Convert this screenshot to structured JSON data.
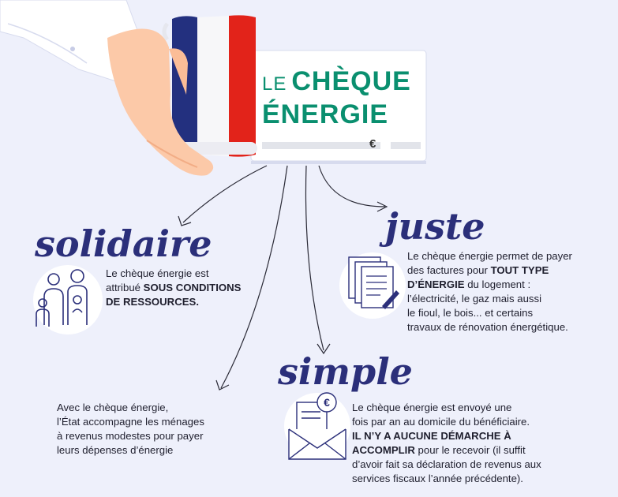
{
  "logo": {
    "word_le": "LE",
    "word_cheque": "CHÈQUE",
    "word_energie": "ÉNERGIE",
    "euro_symbol": "€"
  },
  "sections": {
    "solidaire": {
      "heading": "solidaire",
      "lines": [
        [
          {
            "t": "Le chèque énergie est",
            "b": false
          }
        ],
        [
          {
            "t": "attribué ",
            "b": false
          },
          {
            "t": "SOUS CONDITIONS",
            "b": true
          }
        ],
        [
          {
            "t": "DE RESSOURCES.",
            "b": true
          }
        ]
      ]
    },
    "juste": {
      "heading": "juste",
      "lines": [
        [
          {
            "t": "Le chèque énergie permet de payer",
            "b": false
          }
        ],
        [
          {
            "t": "des factures pour ",
            "b": false
          },
          {
            "t": "TOUT TYPE",
            "b": true
          }
        ],
        [
          {
            "t": "D’ÉNERGIE",
            "b": true
          },
          {
            "t": " du logement :",
            "b": false
          }
        ],
        [
          {
            "t": "l’électricité, le gaz mais aussi",
            "b": false
          }
        ],
        [
          {
            "t": "le fioul, le bois... et certains",
            "b": false
          }
        ],
        [
          {
            "t": "travaux de rénovation énergétique.",
            "b": false
          }
        ]
      ]
    },
    "etat": {
      "lines": [
        [
          {
            "t": "Avec le chèque énergie,",
            "b": false
          }
        ],
        [
          {
            "t": "l’État accompagne les ménages",
            "b": false
          }
        ],
        [
          {
            "t": "à revenus modestes pour payer",
            "b": false
          }
        ],
        [
          {
            "t": "leurs dépenses d’énergie",
            "b": false
          }
        ]
      ]
    },
    "simple": {
      "heading": "simple",
      "lines": [
        [
          {
            "t": "Le chèque énergie est envoyé une",
            "b": false
          }
        ],
        [
          {
            "t": "fois par an au domicile du bénéficiaire.",
            "b": false
          }
        ],
        [
          {
            "t": "IL N’Y A AUCUNE DÉMARCHE À",
            "b": true
          }
        ],
        [
          {
            "t": "ACCOMPLIR",
            "b": true
          },
          {
            "t": " pour le recevoir (il suffit",
            "b": false
          }
        ],
        [
          {
            "t": "d’avoir fait sa déclaration de revenus aux",
            "b": false
          }
        ],
        [
          {
            "t": "services fiscaux l’année précédente).",
            "b": false
          }
        ]
      ]
    }
  },
  "icons": {
    "family": "family-icon",
    "documents": "documents-icon",
    "envelope": "envelope-euro-icon",
    "hand": "hand-holding-cheque-icon"
  },
  "colors": {
    "background": "#eef0fb",
    "navy": "#2b2f7a",
    "green": "#0a8f6f",
    "flag_blue": "#23307f",
    "flag_red": "#e2231a"
  }
}
